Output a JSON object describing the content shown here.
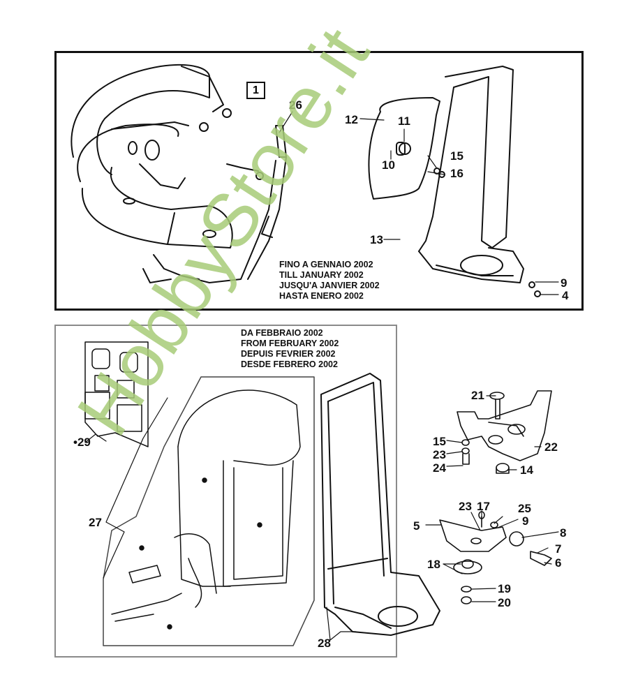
{
  "diagram": {
    "title_box": "1",
    "top_panel_note": [
      "FINO A GENNAIO 2002",
      "TILL JANUARY 2002",
      "JUSQU'A JANVIER 2002",
      "HASTA ENERO 2002"
    ],
    "bottom_panel_note": [
      "DA FEBBRAIO 2002",
      "FROM FEBRUARY 2002",
      "DEPUIS FEVRIER 2002",
      "DESDE FEBRERO 2002"
    ],
    "watermark": "HobbyStore.it",
    "watermark_color": "#a8cc78",
    "part_labels": {
      "p26": "26",
      "p12": "12",
      "p11": "11",
      "p10": "10",
      "p15a": "15",
      "p16": "16",
      "p13": "13",
      "p9a": "9",
      "p4": "4",
      "p29": "29",
      "p27": "27",
      "p28": "28",
      "p21": "21",
      "p22": "22",
      "p15b": "15",
      "p23a": "23",
      "p24": "24",
      "p14": "14",
      "p23b": "23",
      "p17": "17",
      "p25": "25",
      "p9b": "9",
      "p5": "5",
      "p8": "8",
      "p7": "7",
      "p6": "6",
      "p18": "18",
      "p19": "19",
      "p20": "20"
    },
    "bullet_marker": "•"
  }
}
